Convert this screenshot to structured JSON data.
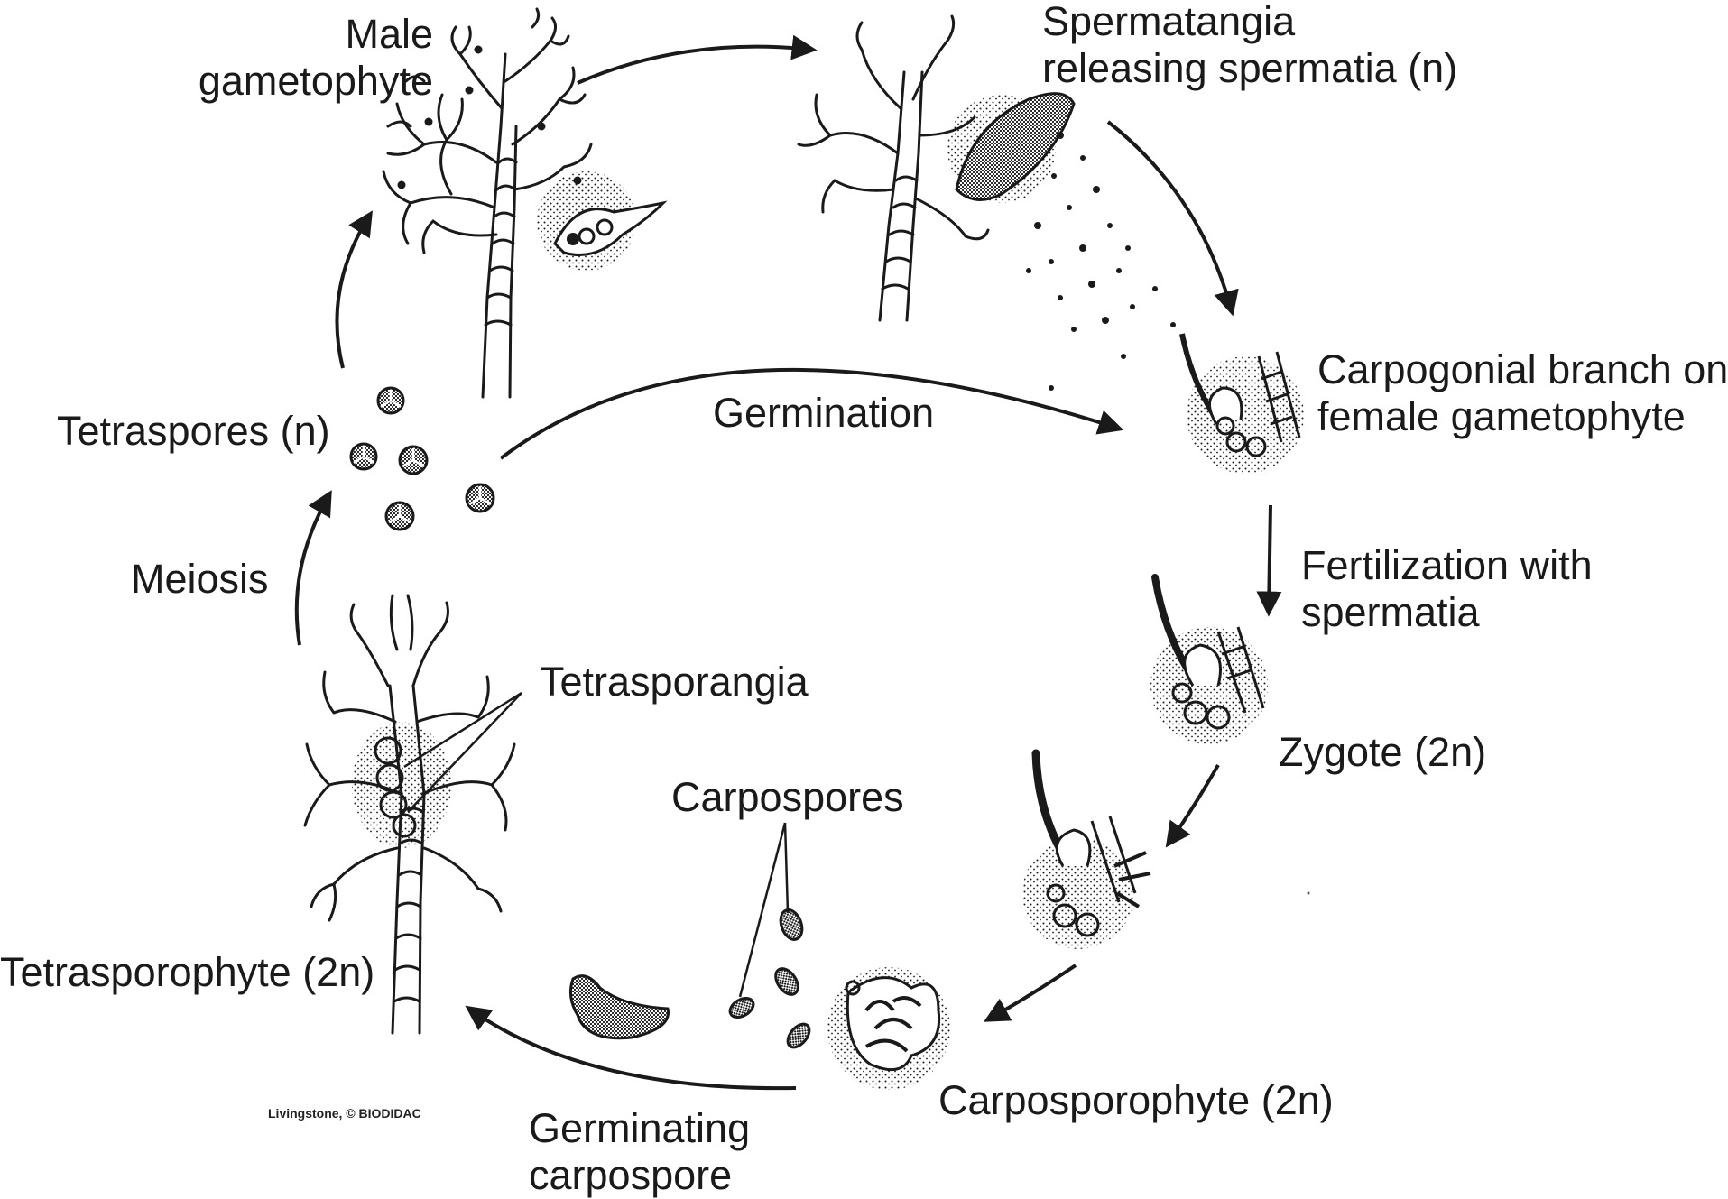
{
  "labels": {
    "male_gametophyte": [
      "Male",
      "gametophyte"
    ],
    "spermatangia": [
      "Spermatangia",
      "releasing spermatia (n)"
    ],
    "carpogonial_branch": [
      "Carpogonial branch on",
      "female gametophyte"
    ],
    "fertilization": [
      "Fertilization with",
      "spermatia"
    ],
    "zygote": "Zygote (2n)",
    "carposporophyte": "Carposporophyte (2n)",
    "germinating_carpospore": [
      "Germinating",
      "carpospore"
    ],
    "carpospores": "Carpospores",
    "tetrasporophyte": "Tetrasporophyte (2n)",
    "tetrasporangia": "Tetrasporangia",
    "meiosis": "Meiosis",
    "tetraspores": "Tetraspores (n)",
    "germination": "Germination"
  },
  "credit": "Livingstone, © BIODIDAC",
  "colors": {
    "ink": "#1a1a1a",
    "background": "#ffffff"
  }
}
